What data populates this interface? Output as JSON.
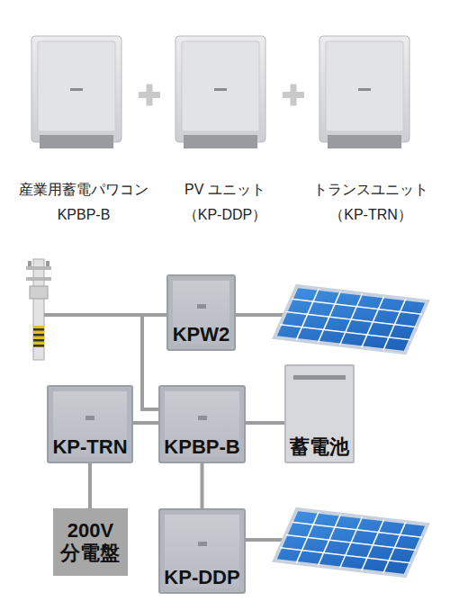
{
  "diagram": {
    "nodes": [
      {
        "text": [
          "KPW2"
        ]
      },
      {
        "text": [
          "KP-TRN"
        ]
      },
      {
        "text": [
          "KPBP-B"
        ]
      },
      {
        "text": [
          "蓄電池"
        ]
      },
      {
        "text": [
          "200V 分電盤"
        ]
      },
      {
        "text": [
          "KP-DDP"
        ]
      }
    ],
    "edges": [
      {
        "from": 0,
        "to": 2,
        "arrow": "none"
      },
      {
        "from": 1,
        "to": 2,
        "arrow": "none"
      },
      {
        "from": 2,
        "to": 3,
        "arrow": "none"
      },
      {
        "from": 1,
        "to": 4,
        "arrow": "none"
      },
      {
        "from": 2,
        "to": 5,
        "arrow": "none"
      }
    ],
    "labels": [
      "産業用蓄電パワコン KPBP-B",
      "PV ユニット （KP-DDP）",
      "トランスユニット （KP-TRN）"
    ]
  }
}
